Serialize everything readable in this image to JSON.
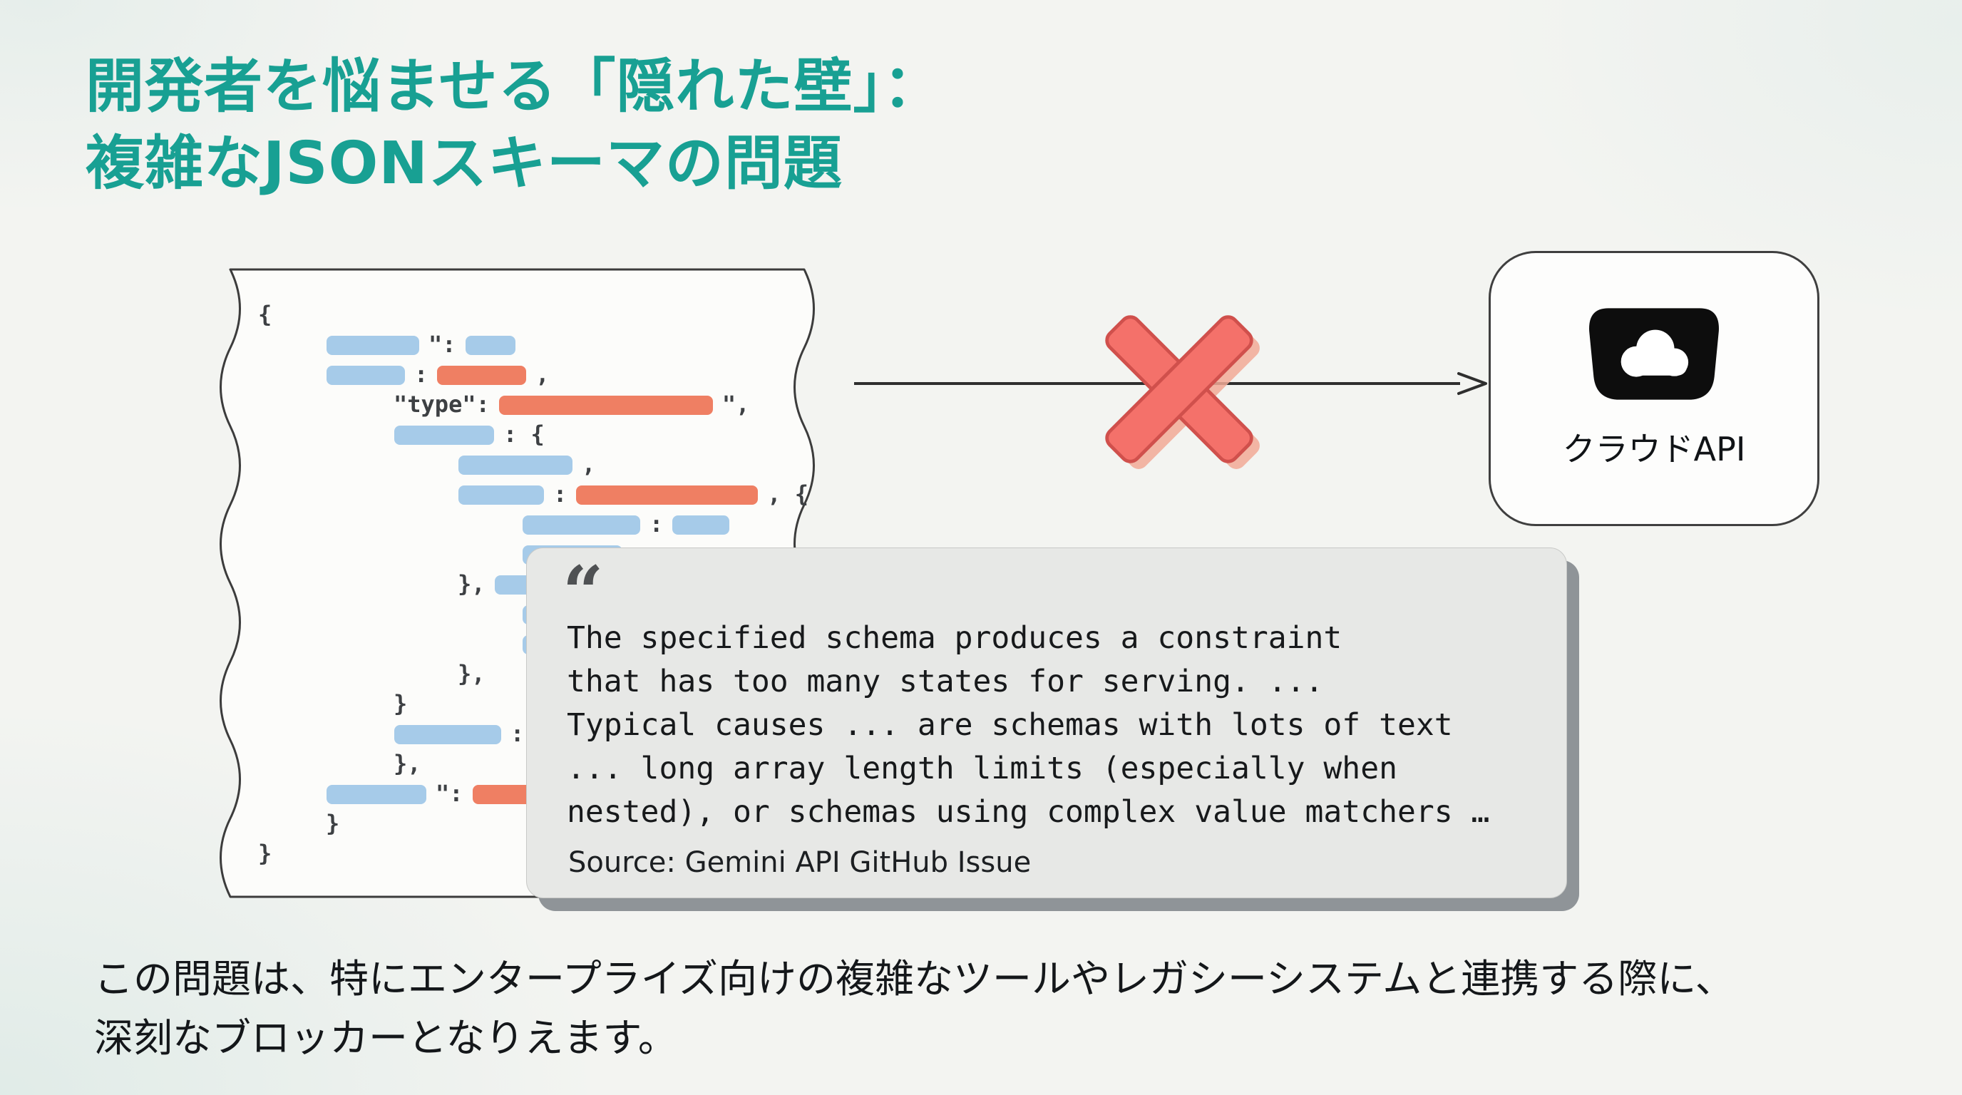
{
  "title": {
    "line1": "開発者を悩ませる「隠れた壁」：",
    "line2": "複雑なJSONスキーマの問題"
  },
  "colors": {
    "title_teal": "#18a093",
    "redacted_key_blue": "#a6cbe9",
    "redacted_value_orange": "#ef7f63",
    "error_x_red": "#f4716a",
    "quote_bg_gray": "#e7e8e6"
  },
  "diagram": {
    "cloud_label": "クラウドAPI",
    "code_lines": [
      {
        "i": 55,
        "t": [
          [
            "p",
            "{"
          ]
        ]
      },
      {
        "i": 150,
        "t": [
          [
            "b",
            130
          ],
          [
            "p",
            "\":"
          ],
          [
            "b",
            70
          ]
        ]
      },
      {
        "i": 150,
        "t": [
          [
            "b",
            110
          ],
          [
            "p",
            ":"
          ],
          [
            "o",
            125
          ],
          [
            "p",
            ","
          ]
        ]
      },
      {
        "i": 245,
        "t": [
          [
            "p",
            "\"type\":"
          ],
          [
            "o",
            300
          ],
          [
            "p",
            "\","
          ]
        ]
      },
      {
        "i": 245,
        "t": [
          [
            "b",
            140
          ],
          [
            "p",
            ": {"
          ]
        ]
      },
      {
        "i": 335,
        "t": [
          [
            "b",
            160
          ],
          [
            "p",
            ","
          ]
        ]
      },
      {
        "i": 335,
        "t": [
          [
            "b",
            120
          ],
          [
            "p",
            ":"
          ],
          [
            "o",
            255
          ],
          [
            "p",
            ", {"
          ]
        ]
      },
      {
        "i": 425,
        "t": [
          [
            "b",
            165
          ],
          [
            "p",
            ":"
          ],
          [
            "b",
            80
          ]
        ]
      },
      {
        "i": 425,
        "t": [
          [
            "b",
            140
          ],
          [
            "p",
            ","
          ]
        ]
      },
      {
        "i": 335,
        "t": [
          [
            "p",
            "},"
          ],
          [
            "b",
            90
          ]
        ]
      },
      {
        "i": 425,
        "t": [
          [
            "b",
            80
          ],
          [
            "p",
            ":"
          ],
          [
            "o",
            100
          ]
        ]
      },
      {
        "i": 425,
        "t": [
          [
            "b",
            130
          ],
          [
            "p",
            ":"
          ],
          [
            "b",
            70
          ]
        ]
      },
      {
        "i": 335,
        "t": [
          [
            "p",
            "},"
          ]
        ]
      },
      {
        "i": 245,
        "t": [
          [
            "p",
            "}"
          ]
        ]
      },
      {
        "i": 245,
        "t": [
          [
            "b",
            150
          ],
          [
            "p",
            ":"
          ],
          [
            "o",
            240
          ],
          [
            "p",
            ","
          ]
        ]
      },
      {
        "i": 245,
        "t": [
          [
            "p",
            "},"
          ]
        ]
      },
      {
        "i": 150,
        "t": [
          [
            "b",
            140
          ],
          [
            "p",
            "\":"
          ],
          [
            "o",
            215
          ]
        ]
      },
      {
        "i": 150,
        "t": [
          [
            "p",
            "}"
          ]
        ]
      },
      {
        "i": 55,
        "t": [
          [
            "p",
            "}"
          ]
        ]
      }
    ]
  },
  "quote": {
    "mark": "“",
    "lines": [
      "The specified schema produces a constraint",
      "that has too many states for serving. ...",
      "Typical causes ... are schemas with lots of text",
      "... long array length limits (especially when",
      "nested), or schemas using complex value matchers …"
    ],
    "source": "Source: Gemini API GitHub Issue"
  },
  "footer": {
    "line1": "この問題は、特にエンタープライズ向けの複雑なツールやレガシーシステムと連携する際に、",
    "line2": "深刻なブロッカーとなりえます。"
  }
}
